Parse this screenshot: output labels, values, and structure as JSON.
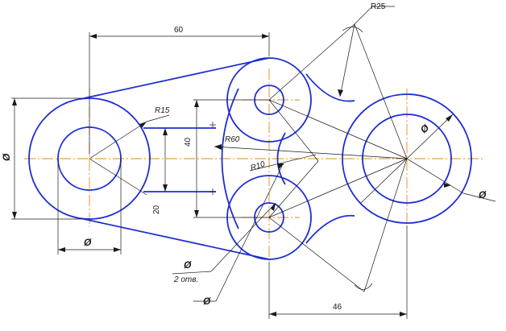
{
  "drawing": {
    "dims": {
      "d60": "60",
      "d46": "46",
      "d40": "40",
      "d20": "20",
      "r25": "R25",
      "r15": "R15",
      "r60": "R60",
      "r10": "R10",
      "holes_note": "2 отв."
    },
    "marks": {
      "left_vertical": "Ø",
      "left_bottom": "Ø",
      "right_circle_inner": "Ø",
      "right_circle_outer": "Ø",
      "holes_top": "Ø",
      "holes_bottom": "Ø"
    },
    "colors": {
      "outline": "#1f2fd0",
      "centerline": "#e08a1e",
      "dimension": "#1a1a1a"
    }
  }
}
